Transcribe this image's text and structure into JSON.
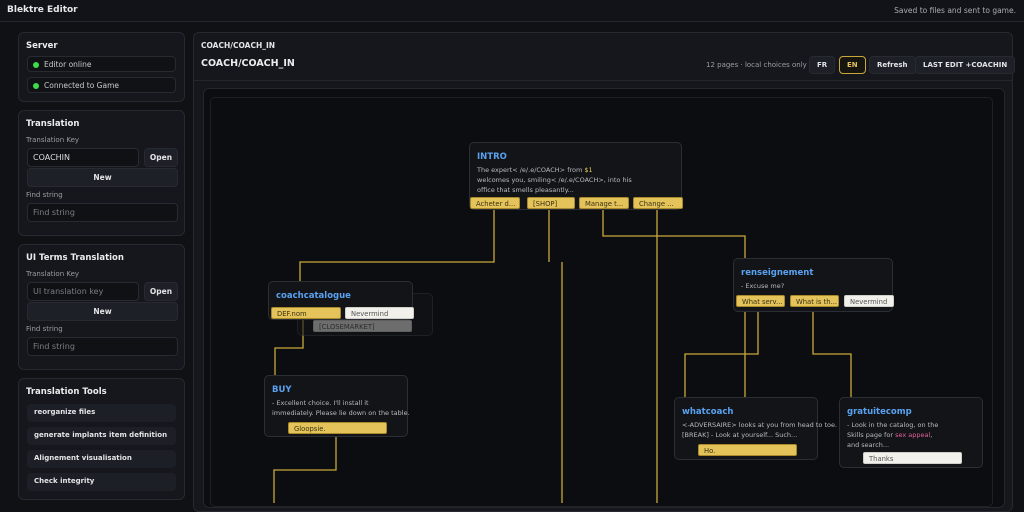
{
  "app": {
    "title": "Blektre Editor",
    "status": "Saved to files and sent to game."
  },
  "server": {
    "title": "Server",
    "items": [
      "Editor online",
      "Connected to Game"
    ],
    "status_color": "#3ddc4a"
  },
  "translation": {
    "title": "Translation",
    "key_label": "Translation Key",
    "key_value": "COACHIN",
    "open": "Open",
    "new": "New",
    "find_label": "Find string",
    "find_placeholder": "Find string"
  },
  "ui_terms": {
    "title": "UI Terms Translation",
    "key_label": "Translation Key",
    "key_placeholder": "UI translation key",
    "open": "Open",
    "new": "New",
    "find_label": "Find string",
    "find_placeholder": "Find string"
  },
  "tools": {
    "title": "Translation Tools",
    "items": [
      "reorganize files",
      "generate implants item definition",
      "Alignement visualisation",
      "Check integrity"
    ]
  },
  "main": {
    "breadcrumb": "COACH/COACH_IN",
    "title": "COACH/COACH_IN",
    "info": "12 pages · local choices only",
    "fr": "FR",
    "en": "EN",
    "refresh": "Refresh",
    "last_edit": "LAST EDIT +COACHIN"
  },
  "nodes": {
    "intro": {
      "title": "INTRO",
      "l1a": "The expert< /e/.e/COACH> from ",
      "l1b": "$1",
      "l2": "welcomes you, smiling< /e/.e/COACH>, into his",
      "l3": "office that smells pleasantly...",
      "choices": [
        "Acheter d...",
        "[SHOP]",
        "Manage t...",
        "Change ..."
      ]
    },
    "coachcatalogue": {
      "title": "coachcatalogue",
      "choices": [
        "DEF.nom",
        "Nevermind"
      ],
      "hidden_choice": "[CLOSEMARKET]"
    },
    "buy": {
      "title": "BUY",
      "l1": "- Excellent choice. I'll install it",
      "l2": "immediately. Please lie down on the table.",
      "choices": [
        "Gloopsie."
      ]
    },
    "renseignement": {
      "title": "renseignement",
      "l1": "- Excuse me?",
      "choices": [
        "What serv...",
        "What is th...",
        "Nevermind"
      ]
    },
    "whatcoach": {
      "title": "whatcoach",
      "l1": "<-ADVERSAIRE> looks at you from head to toe.",
      "l2": "[BREAK] - Look at yourself... Such...",
      "choices": [
        "Ho."
      ]
    },
    "gratuitecomp": {
      "title": "gratuitecomp",
      "l1": "- Look in the catalog, on the",
      "l2a": "Skills page for ",
      "l2b": "sex appeal",
      "l2c": ",",
      "l3": "and search...",
      "choices": [
        "Thanks"
      ]
    }
  },
  "colors": {
    "accent": "#e3c35a",
    "link": "#5aa2f0"
  }
}
